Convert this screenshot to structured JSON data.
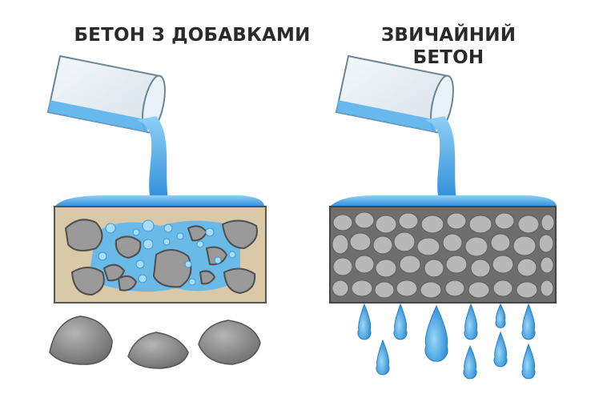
{
  "panels": {
    "left": {
      "title": "БЕТОН З ДОБАВКАМИ"
    },
    "right": {
      "title_line1": "ЗВИЧАЙНИЙ",
      "title_line2": "БЕТОН"
    }
  },
  "colors": {
    "water": "#4aa8e6",
    "water_light": "#9fd6f5",
    "sand": "#d9c9a6",
    "stone": "#9a9a9a",
    "concrete_gray": "#777777",
    "title_text": "#2a2a2a"
  }
}
